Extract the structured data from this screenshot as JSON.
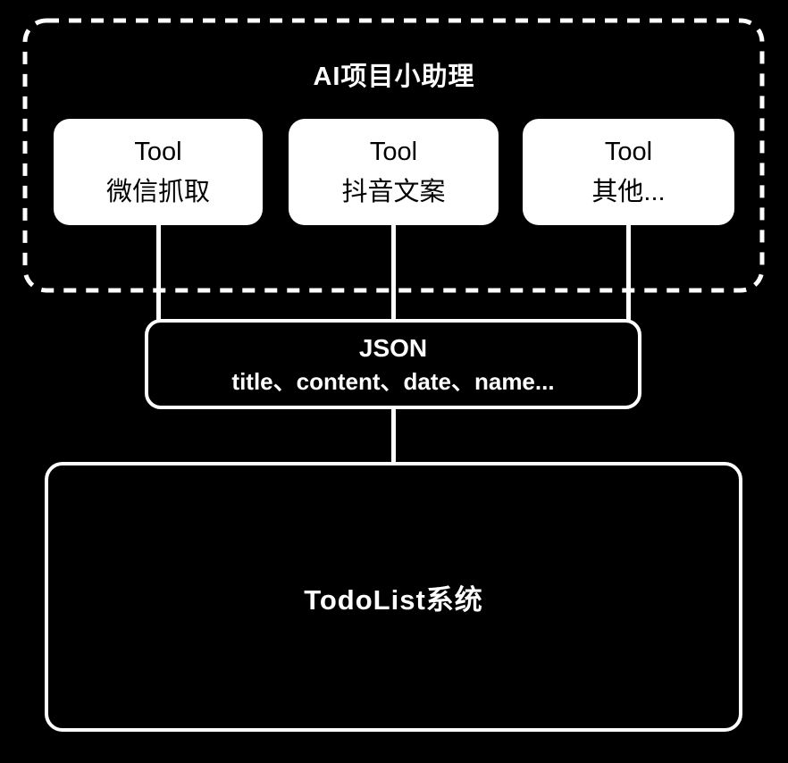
{
  "colors": {
    "background": "#000000",
    "stroke": "#ffffff",
    "tool_box_fill": "#ffffff",
    "tool_box_text": "#000000"
  },
  "agent_container": {
    "title": "AI项目小助理",
    "tools": [
      {
        "title": "Tool",
        "subtitle": "微信抓取"
      },
      {
        "title": "Tool",
        "subtitle": "抖音文案"
      },
      {
        "title": "Tool",
        "subtitle": "其他..."
      }
    ]
  },
  "json_node": {
    "title": "JSON",
    "subtitle": "title、content、date、name..."
  },
  "todolist_node": {
    "title": "TodoList系统"
  }
}
